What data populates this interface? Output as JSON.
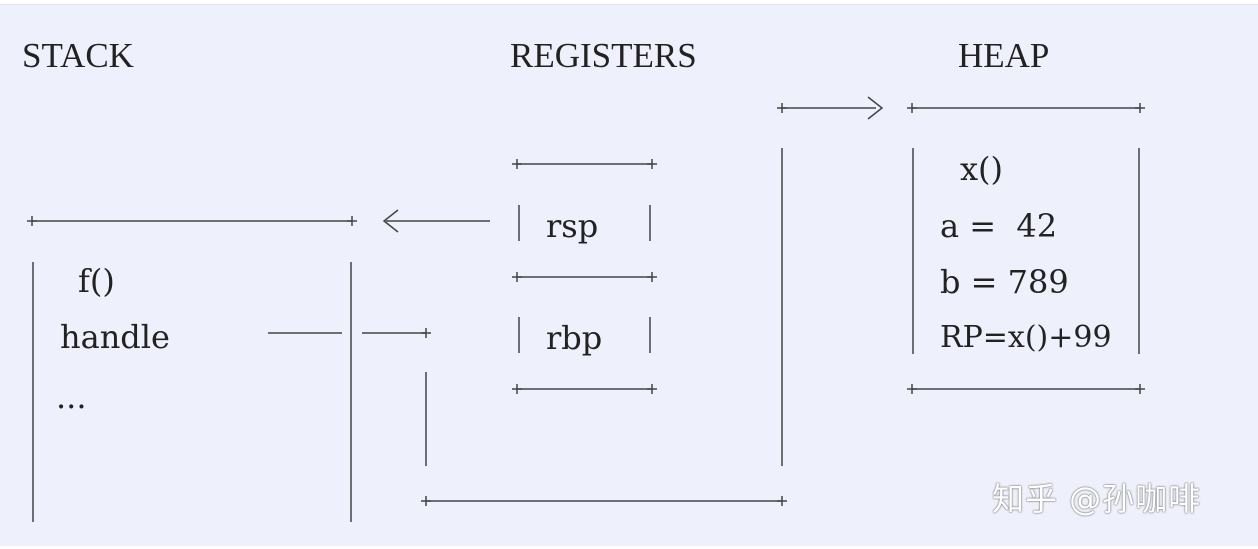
{
  "headers": {
    "stack": "STACK",
    "registers": "REGISTERS",
    "heap": "HEAP"
  },
  "stack_frame": {
    "func": "f()",
    "field": "handle",
    "ellipsis": "..."
  },
  "registers": {
    "reg1": "rsp",
    "reg2": "rbp"
  },
  "heap_object": {
    "func": "x()",
    "line_a": "a =  42",
    "line_b": "b = 789",
    "line_rp": "RP=x()+99"
  },
  "watermark": "知乎 @孙咖啡",
  "colors": {
    "background": "#eef0fb",
    "text": "#222222"
  }
}
